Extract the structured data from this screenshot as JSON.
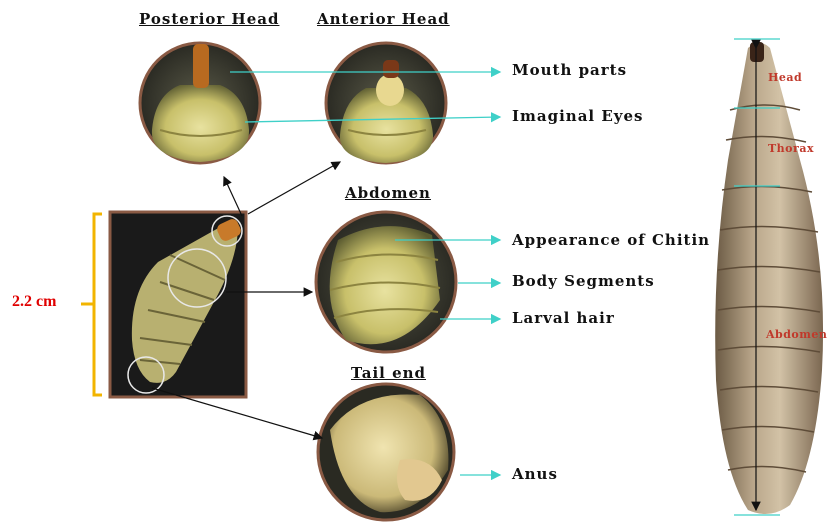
{
  "headings": {
    "posterior_head": "Posterior Head",
    "anterior_head": "Anterior Head",
    "abdomen": "Abdomen",
    "tail_end": "Tail end"
  },
  "labels": {
    "mouth_parts": "Mouth parts",
    "imaginal_eyes": "Imaginal Eyes",
    "chitin": "Appearance of Chitin",
    "body_segments": "Body Segments",
    "larval_hair": "Larval hair",
    "anus": "Anus"
  },
  "measurement": "2.2 cm",
  "segments": {
    "head": "Head",
    "thorax": "Thorax",
    "abdomen": "Abdomen"
  },
  "colors": {
    "pointer": "#3fd0c8",
    "bracket": "#f2b400",
    "measure_text": "#e00000",
    "segment_text": "#c0392b",
    "circle_border": "#8a5a44"
  }
}
